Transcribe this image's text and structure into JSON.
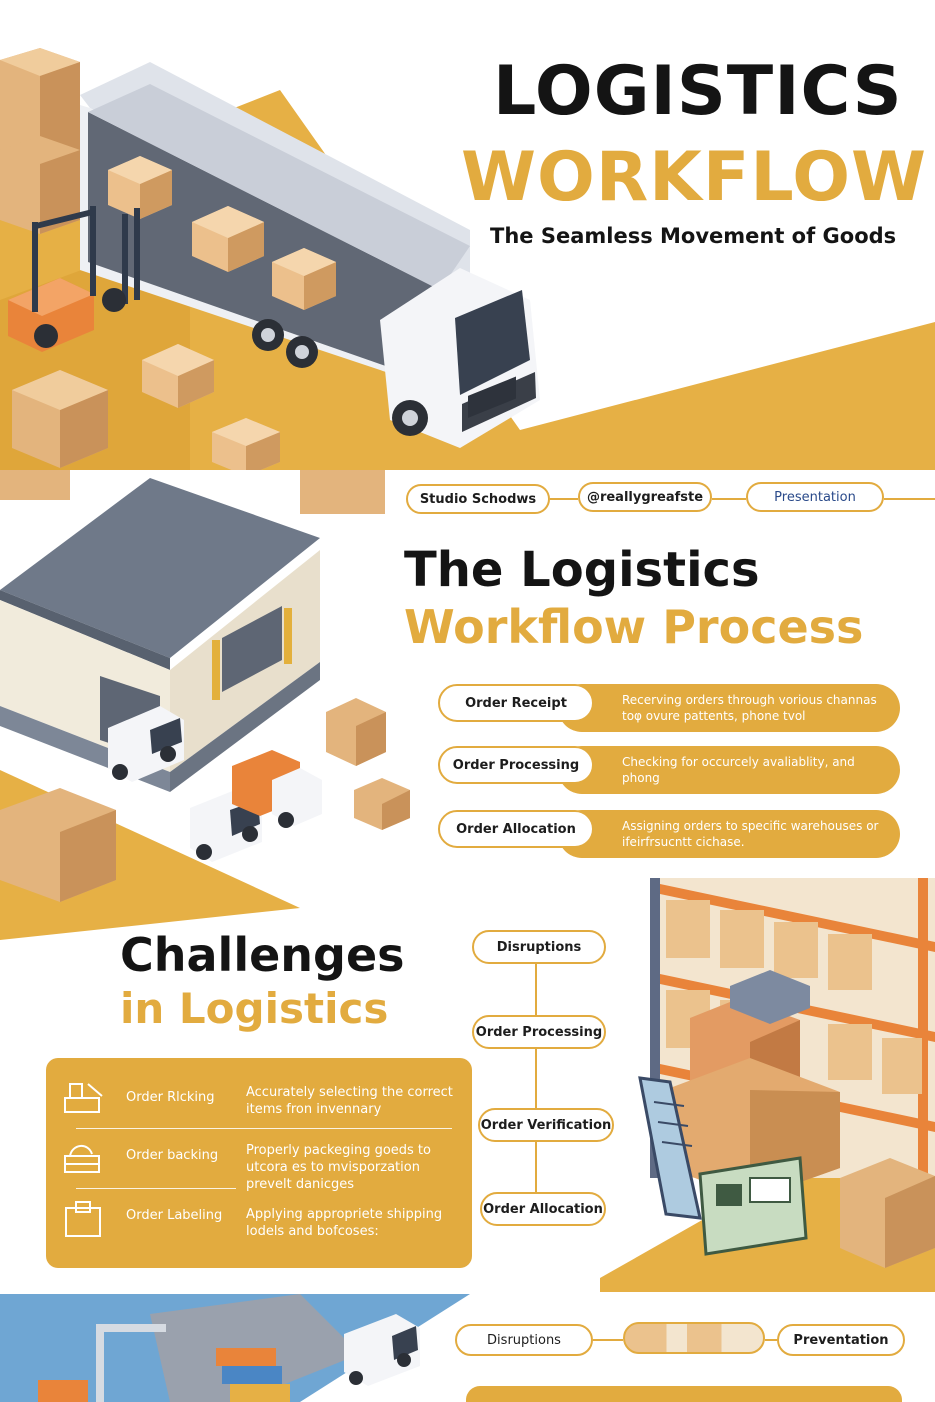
{
  "hero": {
    "title_line1": "LOGISTICS",
    "title_line2": "WORKFLOW",
    "subtitle": "The Seamless Movement of Goods"
  },
  "tags": [
    "Studio Schodws",
    "@reallygreafste",
    "Presentation"
  ],
  "process": {
    "title_line1": "The Logistics",
    "title_line2": "Workflow Process",
    "steps": [
      {
        "label": "Order Receipt",
        "desc": "Recerving orders through vorious channas toφ ovure pattents, phone tvol"
      },
      {
        "label": "Order Processing",
        "desc": "Checking for occurcely avaliablity, and phong"
      },
      {
        "label": "Order Allocation",
        "desc": "Assigning orders to specific warehouses or ifeirfrsucntt cichase."
      }
    ]
  },
  "challenges": {
    "title_line1": "Challenges",
    "title_line2": "in Logistics",
    "rows": [
      {
        "label": "Order Rlcking",
        "desc": "Accurately selecting the correct items fron invennary",
        "icon": "picking-icon"
      },
      {
        "label": "Order backing",
        "desc": "Properly packeging goeds to utcora es to mvisporzation prevelt danicges",
        "icon": "packing-icon"
      },
      {
        "label": "Order Labeling",
        "desc": "Applying appropriete shipping lodels and bofcoses:",
        "icon": "label-icon"
      }
    ]
  },
  "flow": [
    "Disruptions",
    "Order Processing",
    "Order Verification",
    "Order Allocation"
  ],
  "bottom_tags": {
    "left": "Disruptions",
    "right": "Preventation"
  },
  "colors": {
    "accent": "#e2ab3f",
    "dark": "#141414",
    "steel": "#7d8797",
    "box": "#e6b783",
    "orange": "#e9843a"
  }
}
